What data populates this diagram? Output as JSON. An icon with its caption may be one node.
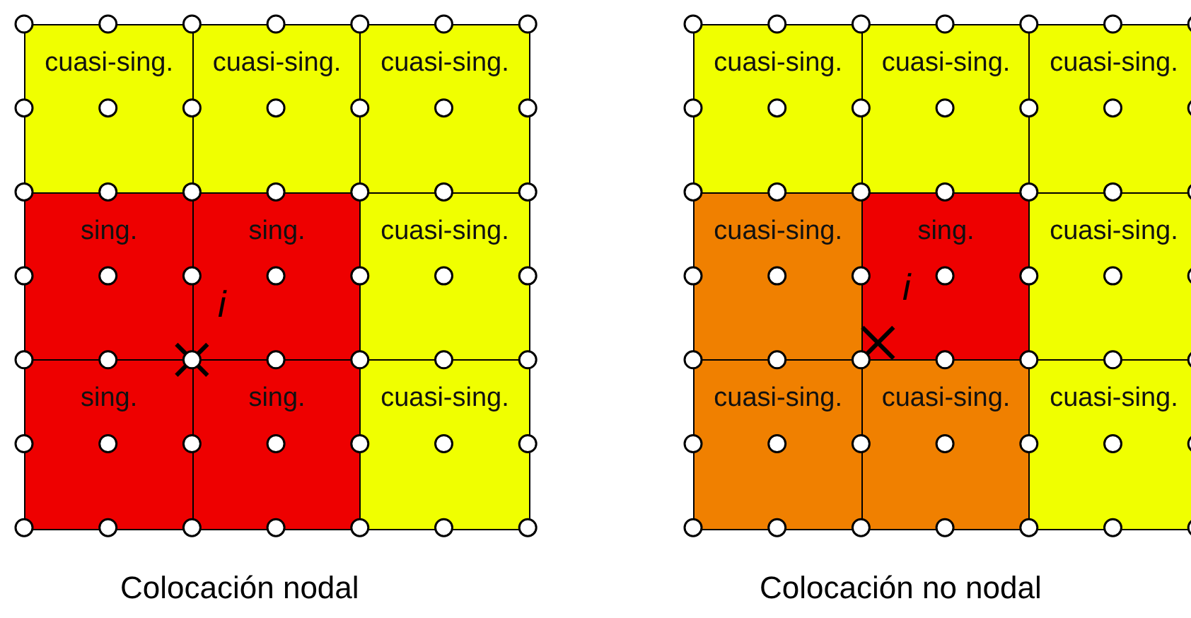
{
  "diagram": {
    "nodes": [
      {
        "text": [
          "cuasi-sing."
        ]
      },
      {
        "text": [
          "cuasi-sing."
        ]
      },
      {
        "text": [
          "cuasi-sing."
        ]
      },
      {
        "text": [
          "sing."
        ]
      },
      {
        "text": [
          "sing."
        ]
      },
      {
        "text": [
          "cuasi-sing."
        ]
      },
      {
        "text": [
          "sing."
        ]
      },
      {
        "text": [
          "sing."
        ]
      },
      {
        "text": [
          "cuasi-sing."
        ]
      },
      {
        "text": [
          "cuasi-sing."
        ]
      },
      {
        "text": [
          "cuasi-sing."
        ]
      },
      {
        "text": [
          "cuasi-sing."
        ]
      },
      {
        "text": [
          "cuasi-sing."
        ]
      },
      {
        "text": [
          "sing."
        ]
      },
      {
        "text": [
          "cuasi-sing."
        ]
      },
      {
        "text": [
          "cuasi-sing."
        ]
      },
      {
        "text": [
          "cuasi-sing."
        ]
      },
      {
        "text": [
          "cuasi-sing."
        ]
      }
    ],
    "edges": [],
    "labels": [
      "i",
      "i",
      "Colocación nodal",
      "Colocación no nodal"
    ]
  }
}
